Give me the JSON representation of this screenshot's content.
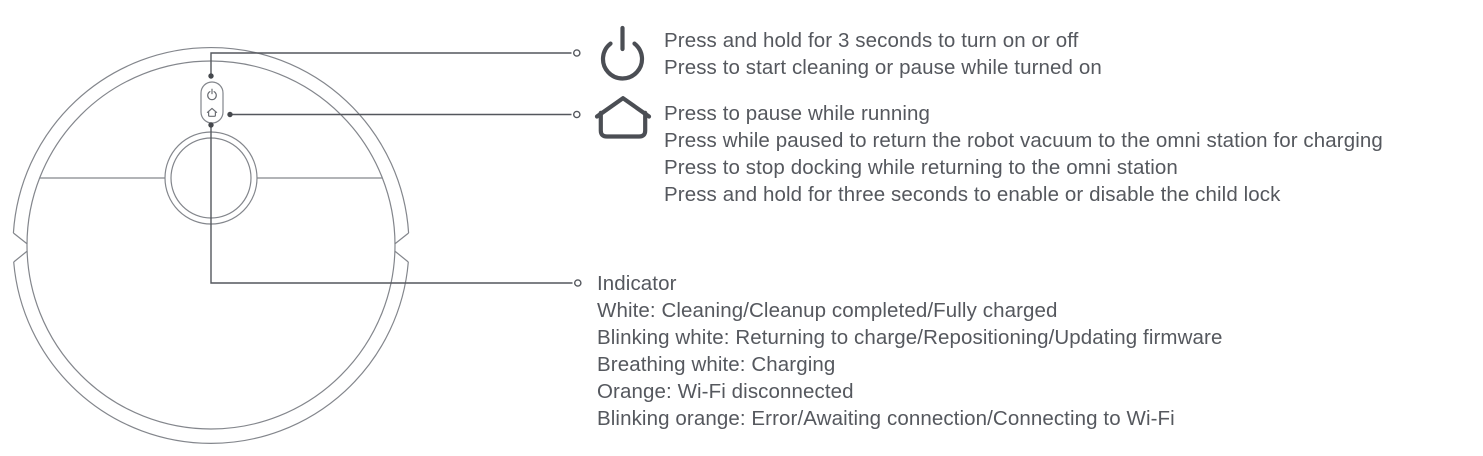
{
  "colors": {
    "outline_gray": "#83868c",
    "callout_gray": "#54575d",
    "icon_dark": "#4b4e54",
    "text_gray": "#55585e"
  },
  "sections": {
    "power": {
      "icon": "power-icon",
      "lines": [
        "Press and hold for 3 seconds to turn on or off",
        "Press to start cleaning or pause while turned on"
      ]
    },
    "home": {
      "icon": "home-icon",
      "lines": [
        "Press to pause while running",
        "Press while paused to return the robot vacuum to the omni station for charging",
        "Press to stop docking while returning to the omni station",
        "Press and hold for three seconds to enable or disable the child lock"
      ]
    },
    "indicator": {
      "title": "Indicator",
      "lines": [
        "White: Cleaning/Cleanup completed/Fully charged",
        "Blinking white: Returning to charge/Repositioning/Updating firmware",
        "Breathing white: Charging",
        "Orange: Wi-Fi disconnected",
        "Blinking orange: Error/Awaiting connection/Connecting to Wi-Fi"
      ]
    }
  }
}
